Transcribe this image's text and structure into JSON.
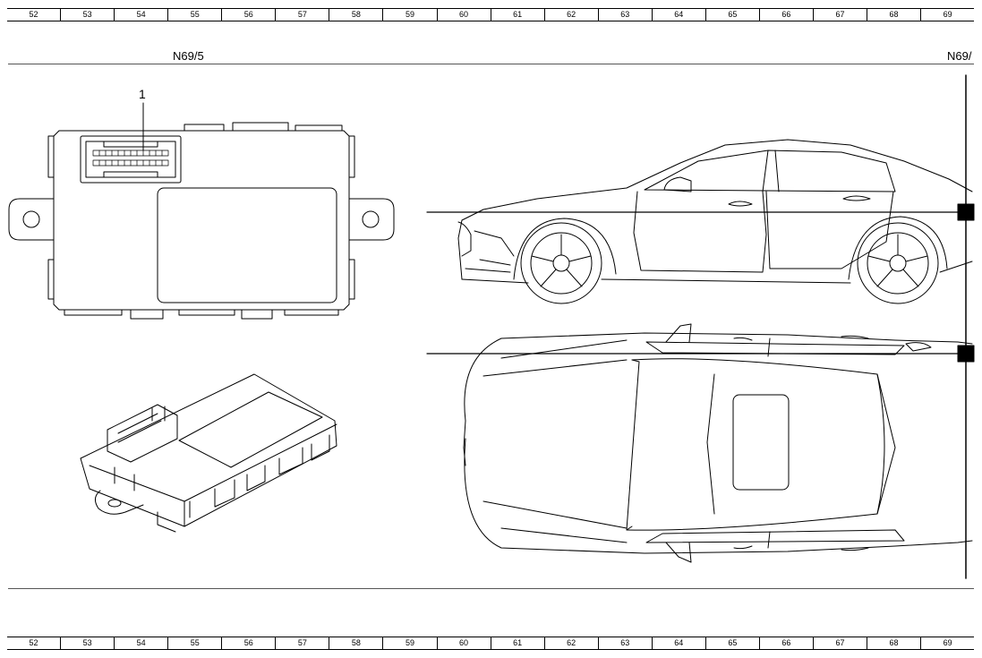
{
  "ruler": {
    "columns": [
      "52",
      "53",
      "54",
      "55",
      "56",
      "57",
      "58",
      "59",
      "60",
      "61",
      "62",
      "63",
      "64",
      "65",
      "66",
      "67",
      "68",
      "69"
    ]
  },
  "labels": {
    "component_left": "N69/5",
    "component_right": "N69/",
    "callout_1": "1"
  }
}
